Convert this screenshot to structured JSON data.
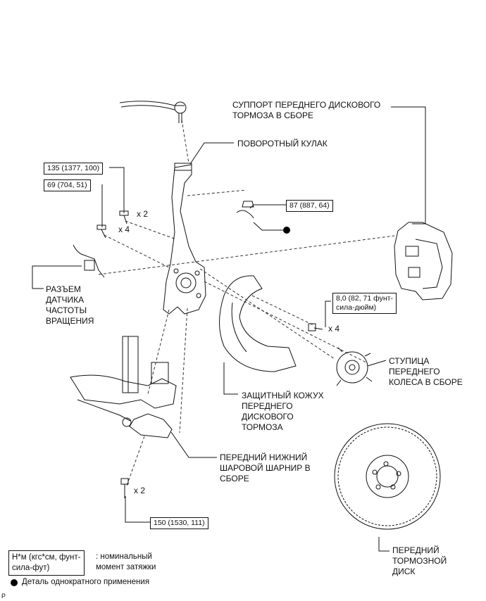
{
  "labels": {
    "caliper": "СУППОРТ ПЕРЕДНЕГО ДИСКОВОГО\nТОРМОЗА В СБОРЕ",
    "knuckle": "ПОВОРОТНЫЙ КУЛАК",
    "sensor_connector": "РАЗЪЕМ\nДАТЧИКА\nЧАСТОТЫ\nВРАЩЕНИЯ",
    "hub": "СТУПИЦА\nПЕРЕДНЕГО\nКОЛЕСА В СБОРЕ",
    "dust_cover": "ЗАЩИТНЫЙ КОЖУХ\nПЕРЕДНЕГО\nДИСКОВОГО\nТОРМОЗА",
    "ball_joint": "ПЕРЕДНИЙ НИЖНИЙ\nШАРОВОЙ ШАРНИР В\nСБОРЕ",
    "disc": "ПЕРЕДНИЙ\nТОРМОЗНОЙ\nДИСК"
  },
  "torques": {
    "t135": "135 (1377, 100)",
    "t69": "69 (704, 51)",
    "t87": "87 (887, 64)",
    "t8": "8,0 (82, 71 фунт-\nсила-дюйм)",
    "t150": "150 (1530, 111)"
  },
  "quantities": {
    "q_135": "x 2",
    "q_69": "x 4",
    "q_8": "x 4",
    "q_150": "x 2"
  },
  "legend": {
    "unit_box": "Н*м (кгс*см, фунт-\nсила-фут)",
    "unit_desc": ": номинальный\nмомент затяжки",
    "single_use": "Деталь однократного применения"
  },
  "footer_code": "P"
}
